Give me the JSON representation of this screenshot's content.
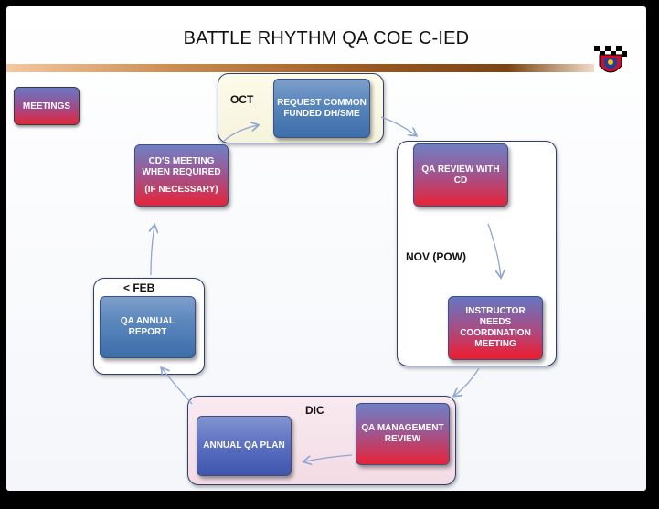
{
  "title": "BATTLE RHYTHM QA COE C-IED",
  "legend": {
    "label": "MEETINGS"
  },
  "labels": {
    "oct": "OCT",
    "nov": "NOV (POW)",
    "feb": "< FEB",
    "dic": "DIC"
  },
  "boxes": {
    "request": {
      "text": "REQUEST COMMON FUNDED DH/SME"
    },
    "qa_review": {
      "text": "QA REVIEW WITH CD"
    },
    "instructor": {
      "text": "INSTRUCTOR NEEDS COORDINATION MEETING"
    },
    "qa_management": {
      "text": "QA MANAGEMENT REVIEW"
    },
    "annual_plan": {
      "text": "ANNUAL QA PLAN"
    },
    "annual_report": {
      "text": "QA ANNUAL REPORT"
    },
    "cds_meeting": {
      "text": "CD'S MEETING WHEN REQUIRED",
      "sub": "(IF NECESSARY)"
    }
  },
  "colors": {
    "blue_box": "#4a79b4",
    "meeting_box": "#e72338",
    "frame": "#2d3e6e",
    "arrow": "#8fa6d2",
    "bar": "#9b5a22"
  }
}
